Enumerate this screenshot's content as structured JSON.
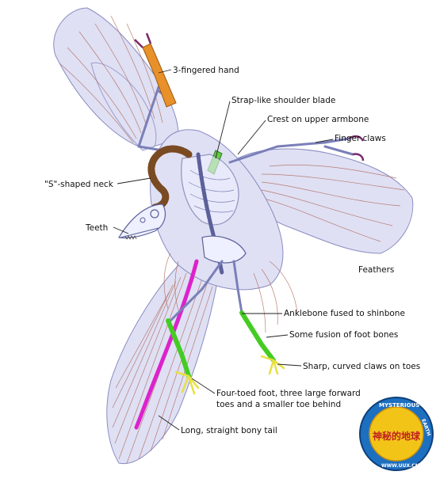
{
  "labels": {
    "hand": "3-fingered hand",
    "shoulder": "Strap-like shoulder blade",
    "crest": "Crest on upper armbone",
    "finger_claws": "Finger claws",
    "neck": "\"S\"-shaped neck",
    "teeth": "Teeth",
    "feathers": "Feathers",
    "anklebone": "Anklebone fused to shinbone",
    "foot_fusion": "Some fusion of foot bones",
    "claws_toes": "Sharp, curved claws on toes",
    "four_toed_1": "Four-toed foot, three large forward",
    "four_toed_2": "toes and a smaller toe behind",
    "tail": "Long, straight bony tail"
  },
  "logo": {
    "text_top": "MYSTERIOUS",
    "text_side": "EARTH",
    "glyphs": "神秘的地球",
    "url": "WWW.UUX.CN"
  },
  "colors": {
    "hand_bones": "#e8902a",
    "neck_bones": "#7a4a22",
    "shoulder_blade": "#66cc44",
    "claws": "#7a2a6a",
    "foot_bones": "#44cc22",
    "toe_claws": "#e8e040",
    "tail": "#dd22cc",
    "wing": "#dfe0f4",
    "logo_ring": "#1d6fc0"
  }
}
